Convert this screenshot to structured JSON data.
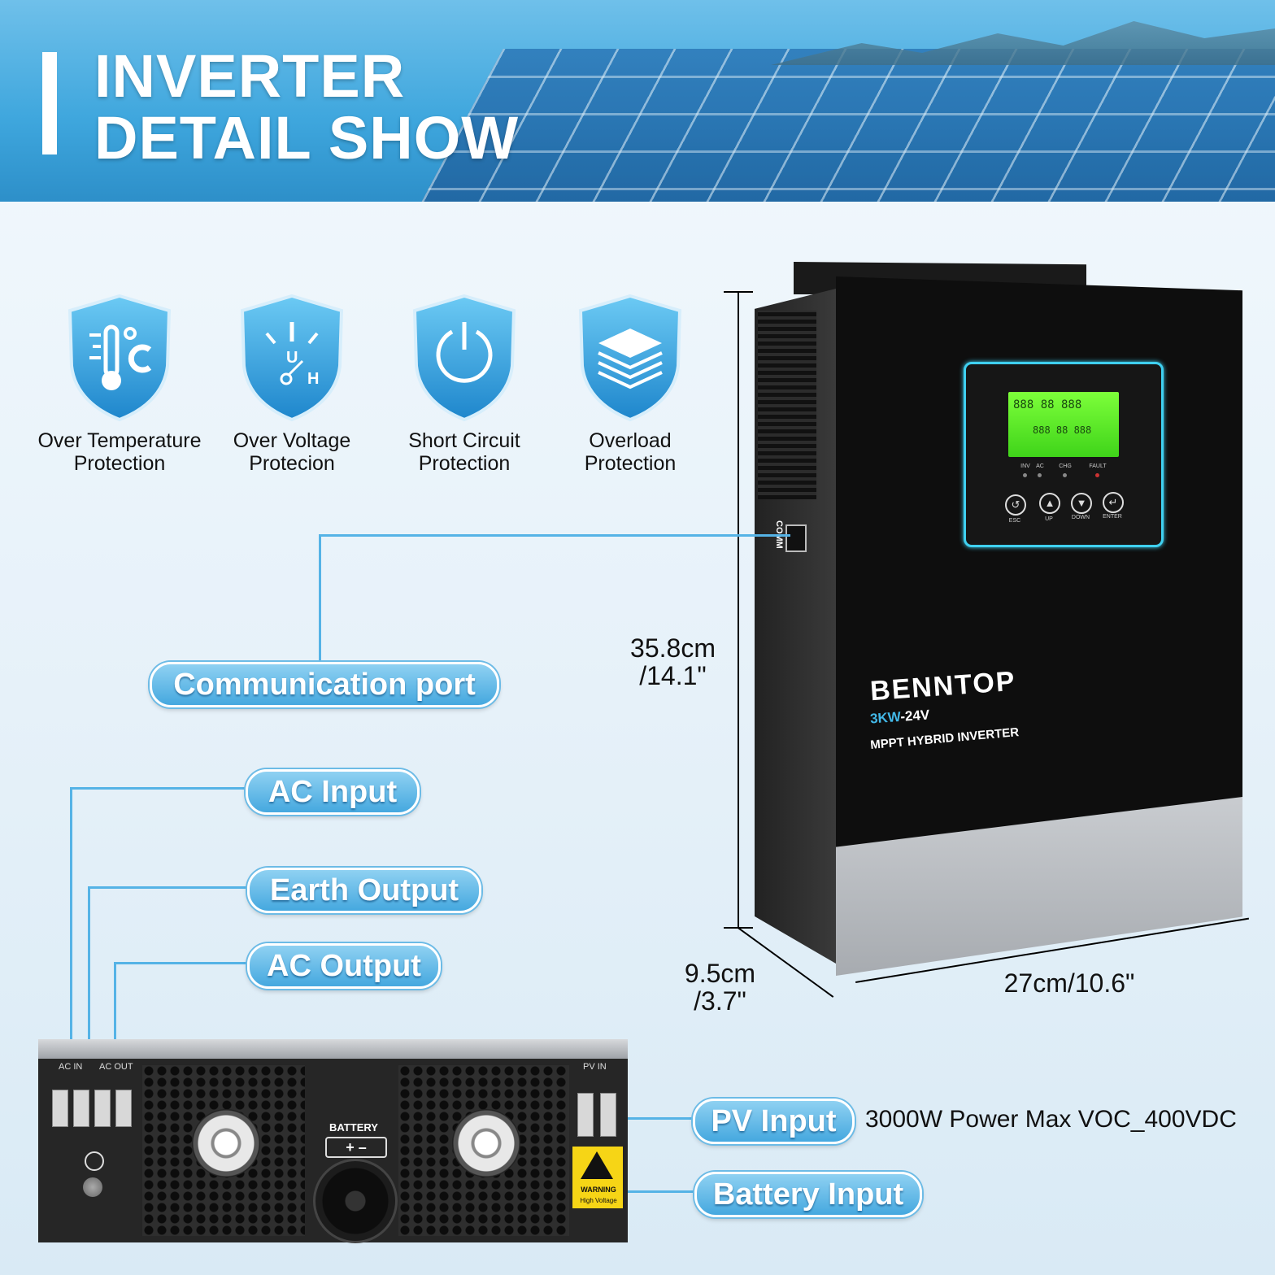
{
  "banner": {
    "title_line1": "INVERTER",
    "title_line2": "DETAIL SHOW"
  },
  "features": [
    {
      "icon": "thermometer-celsius-icon",
      "line1": "Over Temperature",
      "line2": "Protection"
    },
    {
      "icon": "voltage-icon",
      "line1": "Over Voltage",
      "line2": "Protecion"
    },
    {
      "icon": "power-icon",
      "line1": "Short Circuit",
      "line2": "Protection"
    },
    {
      "icon": "stacked-layers-icon",
      "line1": "Overload",
      "line2": "Protection"
    }
  ],
  "callouts": {
    "communication": "Communication port",
    "ac_input": "AC Input",
    "earth_output": "Earth Output",
    "ac_output": "AC Output",
    "pv_input": "PV Input",
    "pv_input_desc": "3000W Power Max VOC_400VDC",
    "battery_input": "Battery Input"
  },
  "dimensions": {
    "height_cm": "35.8cm",
    "height_in": "/14.1\"",
    "depth_cm": "9.5cm",
    "depth_in": "/3.7\"",
    "width": "27cm/10.6\""
  },
  "device": {
    "brand": "BENNTOP",
    "model_power": "3KW",
    "model_voltage": "-24V",
    "subtitle": "MPPT HYBRID INVERTER",
    "comm_label": "COMM",
    "buttons": [
      "ESC",
      "UP",
      "DOWN",
      "ENTER"
    ],
    "leds": [
      "INV",
      "AC",
      "CHG",
      "FAULT"
    ],
    "lcd_digits": "888 88 888"
  },
  "bottom_panel": {
    "ac_in": "AC IN",
    "ac_out": "AC OUT",
    "pv_in": "PV IN",
    "battery": "BATTERY",
    "warning": "WARNING",
    "warning_sub": "High Voltage"
  },
  "colors": {
    "accent": "#45a8df",
    "lcd": "#5ef02a",
    "screen_frame": "#3fd0f0"
  }
}
